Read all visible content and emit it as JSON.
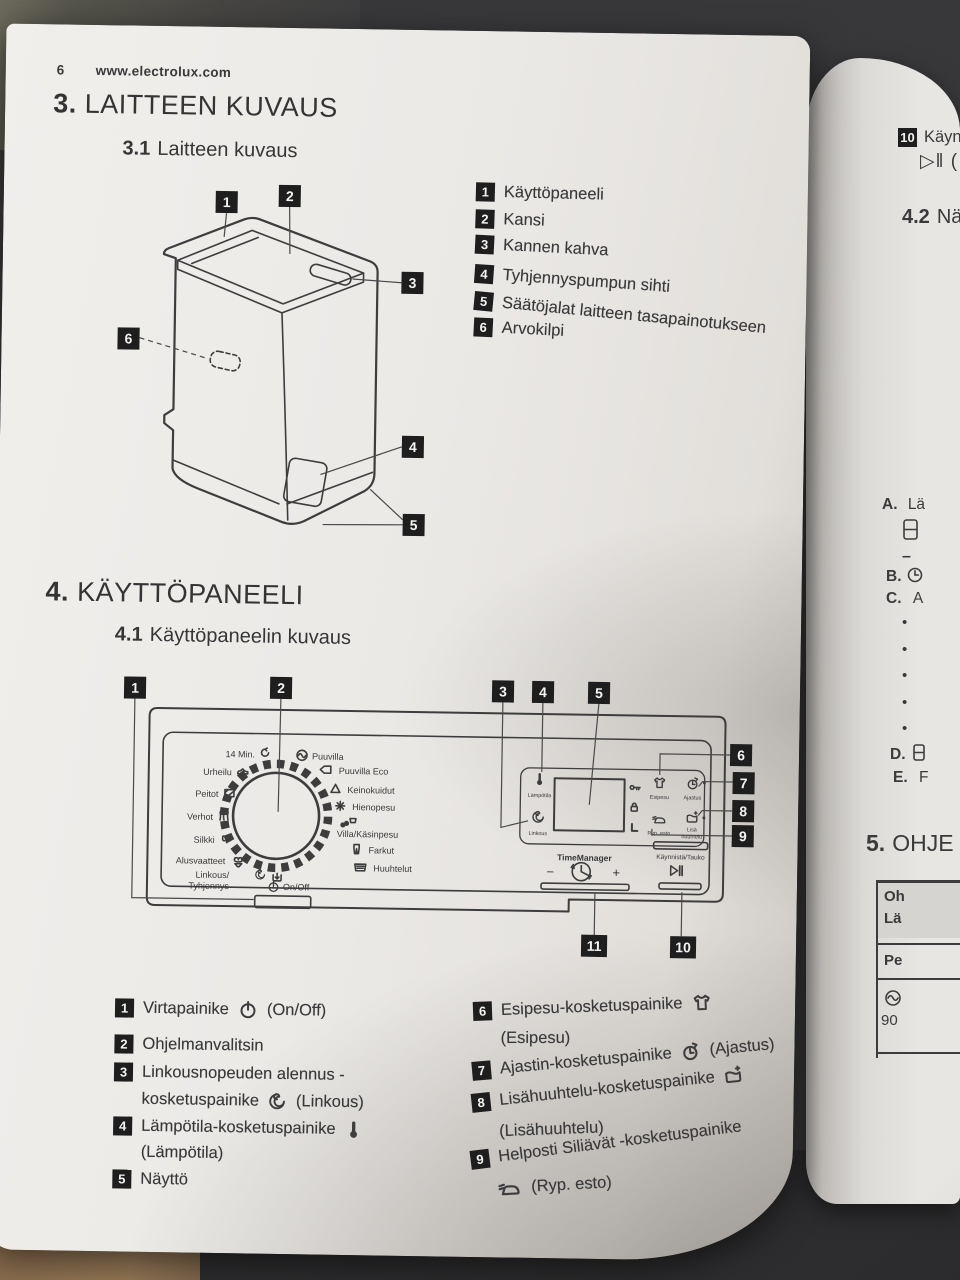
{
  "page_left": {
    "page_number": "6",
    "website": "www.electrolux.com",
    "sec3_num": "3.",
    "sec3_title": "LAITTEEN KUVAUS",
    "sec31_num": "3.1",
    "sec31_title": "Laitteen kuvaus",
    "machine_tags": [
      "1",
      "2",
      "3",
      "4",
      "5",
      "6"
    ],
    "device_legend": [
      {
        "num": "1",
        "label": "Käyttöpaneeli"
      },
      {
        "num": "2",
        "label": "Kansi"
      },
      {
        "num": "3",
        "label": "Kannen kahva"
      },
      {
        "num": "4",
        "label": "Tyhjennyspumpun sihti"
      },
      {
        "num": "5",
        "label": "Säätöjalat laitteen tasapainotukseen"
      },
      {
        "num": "6",
        "label": "Arvokilpi"
      }
    ],
    "sec4_num": "4.",
    "sec4_title": "KÄYTTÖPANEELI",
    "sec41_num": "4.1",
    "sec41_title": "Käyttöpaneelin kuvaus",
    "panel": {
      "tags": [
        "1",
        "2",
        "3",
        "4",
        "5",
        "6",
        "7",
        "8",
        "9",
        "10",
        "11"
      ],
      "dial_left": [
        "14 Min.",
        "Urheilu",
        "Peitot",
        "Verhot",
        "Silkki",
        "Alusvaatteet",
        "Linkous/",
        "Tyhjennys"
      ],
      "dial_right": [
        "Puuvilla",
        "Puuvilla Eco",
        "Keinokuidut",
        "Hienopesu",
        "Villa/Käsinpesu",
        "Farkut",
        "Huuhtelut"
      ],
      "on_off": "On/Off",
      "btn_lampotila": "Lämpötila",
      "btn_linkous": "Linkous",
      "btn_esipesu": "Esipesu",
      "btn_ajastus": "Ajastus",
      "btn_ryp": "Ryp. esto",
      "btn_lisa1": "Lisä",
      "btn_lisa2": "huuhtelu",
      "timemanager": "TimeManager",
      "tm_minus": "−",
      "tm_plus": "+",
      "kaynnista": "Käynnistä/Tauko"
    },
    "panel_legend": {
      "1": {
        "num": "1",
        "pre": "Virtapainike",
        "post": "(On/Off)"
      },
      "2": {
        "num": "2",
        "label": "Ohjelmanvalitsin"
      },
      "3": {
        "num": "3",
        "line1": "Linkousnopeuden alennus -",
        "line2pre": "kosketuspainike",
        "line2post": "(Linkous)"
      },
      "4": {
        "num": "4",
        "line1": "Lämpötila-kosketuspainike",
        "line2": "(Lämpötila)"
      },
      "5": {
        "num": "5",
        "label": "Näyttö"
      },
      "6": {
        "num": "6",
        "line1": "Esipesu-kosketuspainike",
        "line2": "(Esipesu)"
      },
      "7": {
        "num": "7",
        "pre": "Ajastin-kosketuspainike",
        "post": "(Ajastus)"
      },
      "8": {
        "num": "8",
        "line1": "Lisähuuhtelu-kosketuspainike",
        "line2": "(Lisähuuhtelu)"
      },
      "9": {
        "num": "9",
        "line1": "Helposti Siliävät -kosketuspainike",
        "line2post": "(Ryp. esto)"
      }
    }
  },
  "page_right": {
    "tag10": "10",
    "tag10_text": "Käyn",
    "tag10_glyphs": "▷‖ (",
    "sec42_num": "4.2",
    "sec42_title": "Nä",
    "itemA": "A.",
    "itemA_text": "Lä",
    "itemA_dash": "–",
    "itemB": "B.",
    "itemC": "C.",
    "itemC_text": "A",
    "itemD": "D.",
    "itemE": "E.",
    "itemE_text": "F",
    "bullets": [
      "•",
      "•",
      "•",
      "•",
      "•"
    ],
    "sec5_num": "5.",
    "sec5_title": "OHJE",
    "table": {
      "h1": "Oh",
      "h2": "Lä",
      "row1": "Pe",
      "row2": "90"
    }
  },
  "icons": {
    "power-icon": "circle with vertical bar (On/Off)",
    "spin-spiral-icon": "spiral (Linkous)",
    "thermometer-icon": "thermometer (Lämpötila)",
    "prewash-shirt-icon": "shirt (Esipesu)",
    "delay-clock-icon": "clock with arrow (Ajastus)",
    "extra-rinse-icon": "basin with + (Lisähuuhtelu)",
    "iron-icon": "iron with strike (Ryp. esto)",
    "play-pause-icon": "▷‖ (Käynnistä/Tauko)",
    "cotton-icon": "cotton boll",
    "eco-tag-icon": "arrow tag",
    "synthetics-triangle-icon": "triangle",
    "delicates-flower-icon": "flower",
    "wool-handwash-icon": "wool blob + tub",
    "jeans-icon": "trousers",
    "rinse-tub-icon": "tub with water",
    "stain-14min-icon": "quick wash swirl",
    "sport-shoe-icon": "sport shoe",
    "blanket-icon": "blanket",
    "curtain-icon": "curtains",
    "silk-butterfly-icon": "butterfly",
    "lingerie-icon": "lingerie",
    "drain-icon": "drain arrow",
    "key-indicator-icon": "key",
    "lock-indicator-icon": "lock",
    "l-indicator-icon": "L mark"
  },
  "colors": {
    "paper": "#ebe9e6",
    "ink": "#3d3d3d",
    "tag_bg": "#1e1e1e",
    "background": "#38383a",
    "wood": "#8a6d4e"
  }
}
